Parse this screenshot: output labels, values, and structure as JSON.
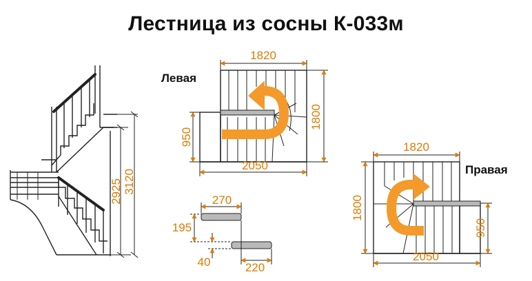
{
  "title": "Лестница из сосны  К-033м",
  "labels": {
    "left": "Левая",
    "right": "Правая"
  },
  "dimensions": {
    "height_inner": "2925",
    "height_total": "3120",
    "left_top_width": "1820",
    "left_side_height": "1800",
    "left_small_height": "950",
    "left_bottom_width": "2050",
    "step_depth": "270",
    "step_rise": "195",
    "step_thickness": "40",
    "step_overlap": "220",
    "right_top_width": "1820",
    "right_side_height": "1800",
    "right_small_height": "950",
    "right_bottom_width": "2050"
  },
  "colors": {
    "dimension": "#e07b00",
    "arrow": "#f39a2b",
    "tread": "#b9b9b9",
    "line": "#222222"
  }
}
